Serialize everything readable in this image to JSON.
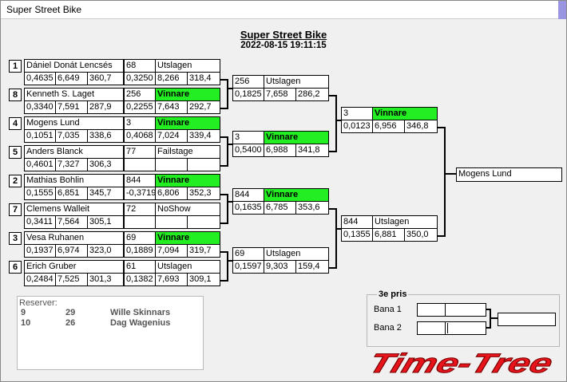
{
  "window": {
    "title": "Super Street Bike"
  },
  "event": {
    "name": "Super Street Bike",
    "datetime": "2022-08-15 19:11:15"
  },
  "round1": [
    {
      "seed": "1",
      "name": "Dániel Donát Lencsés",
      "rt": "0,4635",
      "et": "6,649",
      "speed": "360,7",
      "res_id": "68",
      "res_label": "Utslagen",
      "r_rt": "0,3250",
      "r_et": "8,266",
      "r_speed": "318,4"
    },
    {
      "seed": "8",
      "name": "Kenneth S. Laget",
      "rt": "0,3340",
      "et": "7,591",
      "speed": "287,9",
      "res_id": "256",
      "res_label": "Vinnare",
      "r_rt": "0,2255",
      "r_et": "7,643",
      "r_speed": "292,7"
    },
    {
      "seed": "4",
      "name": "Mogens Lund",
      "rt": "0,1051",
      "et": "7,035",
      "speed": "338,6",
      "res_id": "3",
      "res_label": "Vinnare",
      "r_rt": "0,4068",
      "r_et": "7,024",
      "r_speed": "339,4"
    },
    {
      "seed": "5",
      "name": "Anders Blanck",
      "rt": "0,4601",
      "et": "7,327",
      "speed": "306,3",
      "res_id": "77",
      "res_label": "Failstage",
      "r_rt": "",
      "r_et": "",
      "r_speed": ""
    },
    {
      "seed": "2",
      "name": "Mathias Bohlin",
      "rt": "0,1555",
      "et": "6,851",
      "speed": "345,7",
      "res_id": "844",
      "res_label": "Vinnare",
      "r_rt": "-0,3719",
      "r_et": "6,806",
      "r_speed": "352,3"
    },
    {
      "seed": "7",
      "name": "Clemens Walleit",
      "rt": "0,3411",
      "et": "7,564",
      "speed": "305,1",
      "res_id": "72",
      "res_label": "NoShow",
      "r_rt": "",
      "r_et": "",
      "r_speed": ""
    },
    {
      "seed": "3",
      "name": "Vesa Ruhanen",
      "rt": "0,1937",
      "et": "6,974",
      "speed": "323,0",
      "res_id": "69",
      "res_label": "Vinnare",
      "r_rt": "0,1889",
      "r_et": "7,094",
      "r_speed": "319,7"
    },
    {
      "seed": "6",
      "name": "Erich Gruber",
      "rt": "0,2484",
      "et": "7,525",
      "speed": "301,3",
      "res_id": "61",
      "res_label": "Utslagen",
      "r_rt": "0,1382",
      "r_et": "7,693",
      "r_speed": "309,1"
    }
  ],
  "round2": [
    {
      "id": "256",
      "label": "Utslagen",
      "rt": "0,1825",
      "et": "7,658",
      "speed": "286,2"
    },
    {
      "id": "3",
      "label": "Vinnare",
      "rt": "0,5400",
      "et": "6,988",
      "speed": "341,8"
    },
    {
      "id": "844",
      "label": "Vinnare",
      "rt": "0,1635",
      "et": "6,785",
      "speed": "353,6"
    },
    {
      "id": "69",
      "label": "Utslagen",
      "rt": "0,1597",
      "et": "9,303",
      "speed": "159,4"
    }
  ],
  "round3": [
    {
      "id": "3",
      "label": "Vinnare",
      "rt": "0,0123",
      "et": "6,956",
      "speed": "346,8"
    },
    {
      "id": "844",
      "label": "Utslagen",
      "rt": "0,1355",
      "et": "6,881",
      "speed": "350,0"
    }
  ],
  "winner": {
    "name": "Mogens Lund"
  },
  "reserves": {
    "label": "Reserver:",
    "rows": [
      {
        "pos": "9",
        "id": "29",
        "name": "Wille Skinnars"
      },
      {
        "pos": "10",
        "id": "26",
        "name": "Dag Wagenius"
      }
    ]
  },
  "third_prize": {
    "label": "3e pris",
    "lane1": "Bana 1",
    "lane2": "Bana 2"
  },
  "logo": {
    "text": "Time-Tree",
    "color": "#e8141c"
  }
}
